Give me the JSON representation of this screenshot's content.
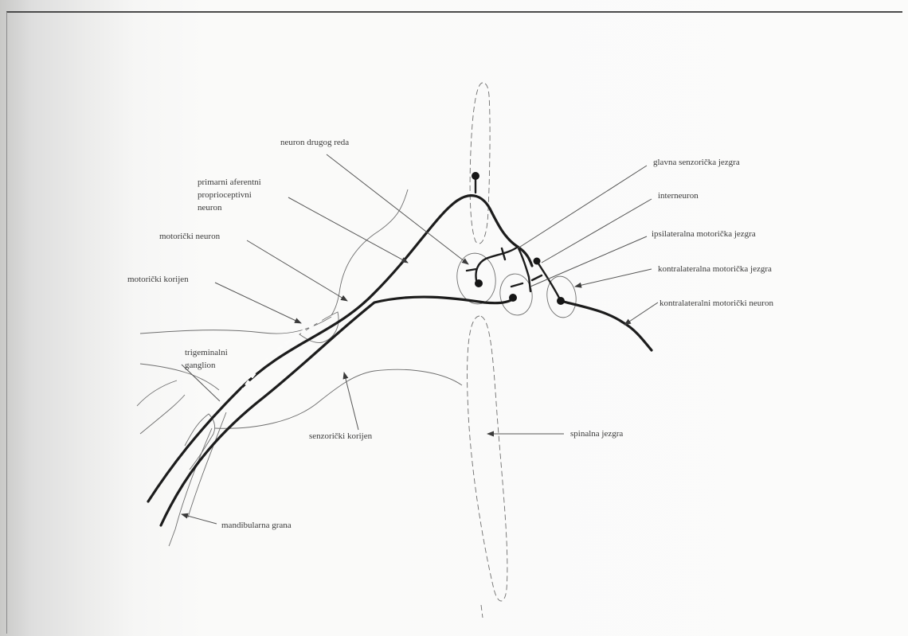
{
  "labels": {
    "neuron_drugog_reda": "neuron drugog reda",
    "glavna_senzoricka_jezgra": "glavna senzorička jezgra",
    "primarni_aferentni_line1": "primarni aferentni",
    "primarni_aferentni_line2": "proprioceptivni",
    "primarni_aferentni_line3": "neuron",
    "interneuron": "interneuron",
    "motoricki_neuron": "motorički neuron",
    "ipsilateralna": "ipsilateralna motorička jezgra",
    "motoricki_korijen": "motorički korijen",
    "kontralateralna_jezgra": "kontralateralna motorička jezgra",
    "kontralateralni_neuron": "kontralateralni motorički neuron",
    "trigeminalni_line1": "trigeminalni",
    "trigeminalni_line2": "ganglion",
    "senzoricki_korijen": "senzorički korijen",
    "spinalna_jezgra": "spinalna jezgra",
    "mandibularna_grana": "mandibularna grana"
  }
}
